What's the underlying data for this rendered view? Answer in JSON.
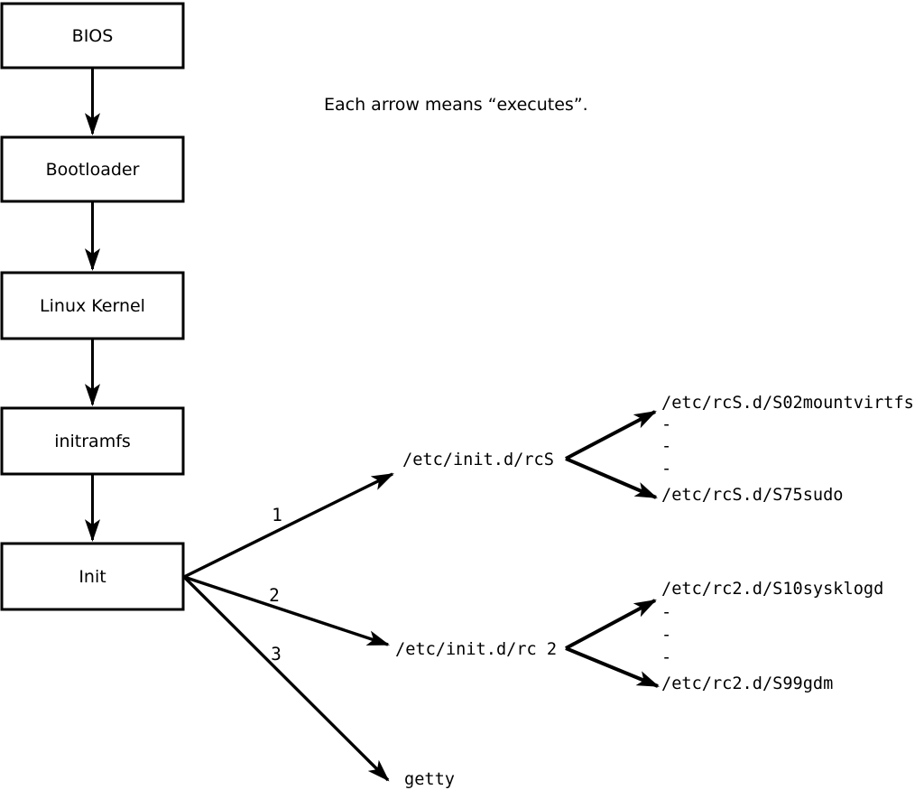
{
  "note": {
    "text": "Each arrow means “executes”."
  },
  "boot_chain": {
    "bios": "BIOS",
    "bootloader": "Bootloader",
    "kernel": "Linux Kernel",
    "initramfs": "initramfs",
    "init": "Init"
  },
  "init_branches": {
    "label_1": "1",
    "label_2": "2",
    "label_3": "3",
    "rcs_script": "/etc/init.d/rcS",
    "rc2_script": "/etc/init.d/rc 2",
    "getty": "getty"
  },
  "rcs_dir": {
    "first": "/etc/rcS.d/S02mountvirtfs",
    "ellipsis_tick": "-",
    "last": "/etc/rcS.d/S75sudo"
  },
  "rc2_dir": {
    "first": "/etc/rc2.d/S10sysklogd",
    "ellipsis_tick": "-",
    "last": "/etc/rc2.d/S99gdm"
  },
  "colors": {
    "ink": "#000000",
    "background": "#ffffff"
  }
}
